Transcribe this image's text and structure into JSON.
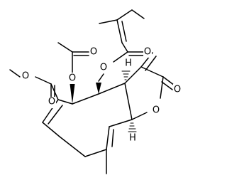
{
  "molecule": {
    "atoms": {
      "o_tiglate_carbonyl": "O",
      "o_tiglate_ester": "O",
      "o_acetyl_carbonyl": "O",
      "o_acetyl_ester": "O",
      "o_methyl_ester": "O",
      "o_methyl_ester_carbonyl": "O",
      "o_lactone_carbonyl": "O",
      "o_lactone_ring": "O",
      "h_upper": "H",
      "h_lower": "H"
    },
    "colors": {
      "bond": "#000000",
      "background": "#ffffff"
    }
  }
}
